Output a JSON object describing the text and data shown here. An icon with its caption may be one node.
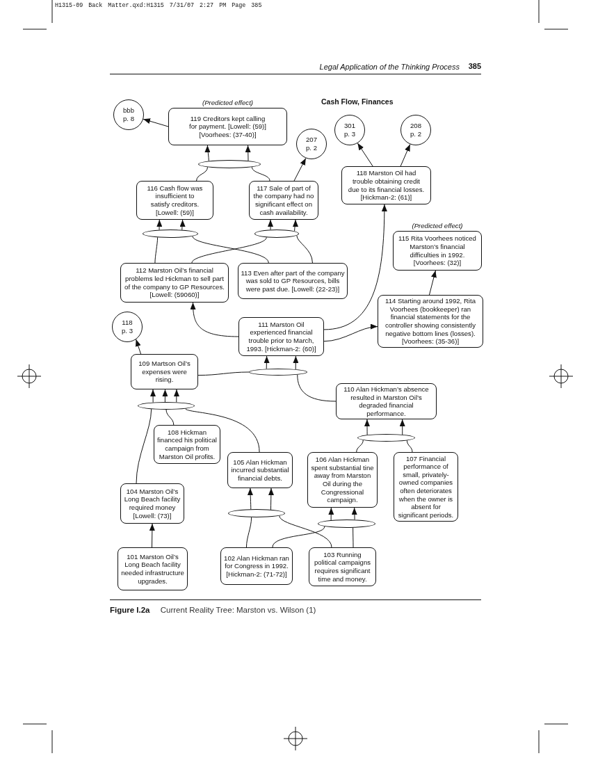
{
  "diagram": {
    "title": "Cash Flow, Finances",
    "caption": "**Figure I.2a** Current Reality Tree: Marston vs. Wilson (1)",
    "nodes": [
      {
        "text": [
          "bbb p. 8"
        ]
      },
      {
        "text": [
          "119 Creditors kept calling for payment. [Lowell: (59)] [Voorhees: (37-40)]"
        ],
        "beside": [
          "(Predicted effect)"
        ]
      },
      {
        "text": [
          "301 p. 3"
        ]
      },
      {
        "text": [
          "208 p. 2"
        ]
      },
      {
        "text": [
          "207 p. 2"
        ]
      },
      {
        "text": [],
        "shape": "ellipse"
      },
      {
        "text": [
          "118 Marston Oil had trouble obtaining credit due to its financial losses. [Hickman-2: (61)]"
        ]
      },
      {
        "text": [
          "116 Cash flow was insufficient to satisfy creditors. [Lowell: (59)]"
        ]
      },
      {
        "text": [
          "117 Sale of part of the company had no significant effect on cash availability."
        ]
      },
      {
        "text": [],
        "shape": "ellipse"
      },
      {
        "text": [],
        "shape": "ellipse"
      },
      {
        "text": [
          "115 Rita Voorhees noticed Marston’s financial difficulties in 1992. [Voorhees: (32)]"
        ],
        "beside": [
          "(Predicted effect)"
        ]
      },
      {
        "text": [
          "112 Marston Oil’s financial problems led Hickman to sell part of the company to GP Resources. [Lowell: (59060)]"
        ]
      },
      {
        "text": [
          "113 Even after part of the company was sold to GP Resources, bills were past due. [Lowell: (22-23)]"
        ]
      },
      {
        "text": [
          "114 Starting around 1992, Rita Voorhees (bookkeeper) ran financial statements for the controller showing consistently negative bottom lines (losses). [Voorhees: (35-36)]"
        ]
      },
      {
        "text": [
          "118 p. 3"
        ]
      },
      {
        "text": [
          "111 Marston Oil experienced financial trouble prior to March, 1993. [Hickman-2: (60)]"
        ]
      },
      {
        "text": [
          "109 Martson Oil’s expenses were rising."
        ]
      },
      {
        "text": [],
        "shape": "ellipse"
      },
      {
        "text": [
          "110 Alan Hickman’s absence resulted in Marston Oil’s degraded financial performance."
        ]
      },
      {
        "text": [],
        "shape": "ellipse"
      },
      {
        "text": [
          "108 Hickman financed his political campaign from Marston Oil profits."
        ]
      },
      {
        "text": [],
        "shape": "ellipse"
      },
      {
        "text": [
          "105 Alan Hickman incurred substantial financial debts."
        ]
      },
      {
        "text": [
          "106 Alan Hickman spent substantial tine away from Marston Oil during the Congressional campaign."
        ]
      },
      {
        "text": [
          "107 Financial performance of small, privately-owned companies often deteriorates when the owner is absent for significant periods."
        ]
      },
      {
        "text": [
          "104 Marston Oil’s Long Beach facility required money [Lowell: (73)]"
        ]
      },
      {
        "text": [],
        "shape": "ellipse"
      },
      {
        "text": [],
        "shape": "ellipse"
      },
      {
        "text": [
          "101 Marston Oil’s Long Beach facility needed infrastructure upgrades."
        ]
      },
      {
        "text": [
          "102 Alan Hickman ran for Congress in 1992. [Hickman-2: (71-72)]"
        ]
      },
      {
        "text": [
          "103 Running political campaigns requires significant time and money."
        ]
      }
    ],
    "edges": [
      {
        "from": 1,
        "to": 0,
        "arrow": "to"
      },
      {
        "from": 5,
        "to": 1,
        "arrow": "to"
      },
      {
        "from": 5,
        "to": 1,
        "arrow": "to"
      },
      {
        "from": 7,
        "to": 5,
        "arrow": "none"
      },
      {
        "from": 8,
        "to": 5,
        "arrow": "none"
      },
      {
        "from": 8,
        "to": 4,
        "arrow": "to"
      },
      {
        "from": 6,
        "to": 2,
        "arrow": "to"
      },
      {
        "from": 6,
        "to": 3,
        "arrow": "to"
      },
      {
        "from": 9,
        "to": 7,
        "arrow": "to"
      },
      {
        "from": 9,
        "to": 7,
        "arrow": "to"
      },
      {
        "from": 10,
        "to": 8,
        "arrow": "to"
      },
      {
        "from": 10,
        "to": 8,
        "arrow": "to"
      },
      {
        "from": 12,
        "to": 9,
        "arrow": "none"
      },
      {
        "from": 13,
        "to": 9,
        "arrow": "none"
      },
      {
        "from": 12,
        "to": 10,
        "arrow": "none"
      },
      {
        "from": 13,
        "to": 10,
        "arrow": "none"
      },
      {
        "from": 16,
        "to": 6,
        "arrow": "to"
      },
      {
        "from": 14,
        "to": 11,
        "arrow": "to"
      },
      {
        "from": 16,
        "to": 12,
        "arrow": "to"
      },
      {
        "from": 16,
        "to": 14,
        "arrow": "to"
      },
      {
        "from": 17,
        "to": 15,
        "arrow": "to"
      },
      {
        "from": 18,
        "to": 16,
        "arrow": "to"
      },
      {
        "from": 18,
        "to": 16,
        "arrow": "to"
      },
      {
        "from": 17,
        "to": 18,
        "arrow": "none"
      },
      {
        "from": 19,
        "to": 18,
        "arrow": "none"
      },
      {
        "from": 20,
        "to": 17,
        "arrow": "to"
      },
      {
        "from": 20,
        "to": 17,
        "arrow": "to"
      },
      {
        "from": 20,
        "to": 17,
        "arrow": "to"
      },
      {
        "from": 26,
        "to": 20,
        "arrow": "none"
      },
      {
        "from": 21,
        "to": 20,
        "arrow": "none"
      },
      {
        "from": 23,
        "to": 20,
        "arrow": "none"
      },
      {
        "from": 22,
        "to": 19,
        "arrow": "to"
      },
      {
        "from": 22,
        "to": 19,
        "arrow": "to"
      },
      {
        "from": 24,
        "to": 22,
        "arrow": "none"
      },
      {
        "from": 25,
        "to": 22,
        "arrow": "none"
      },
      {
        "from": 27,
        "to": 23,
        "arrow": "to"
      },
      {
        "from": 27,
        "to": 23,
        "arrow": "to"
      },
      {
        "from": 30,
        "to": 27,
        "arrow": "none"
      },
      {
        "from": 31,
        "to": 27,
        "arrow": "none"
      },
      {
        "from": 28,
        "to": 24,
        "arrow": "to"
      },
      {
        "from": 28,
        "to": 24,
        "arrow": "to"
      },
      {
        "from": 30,
        "to": 28,
        "arrow": "none"
      },
      {
        "from": 31,
        "to": 28,
        "arrow": "none"
      },
      {
        "from": 29,
        "to": 26,
        "arrow": "to"
      }
    ],
    "labels": [
      "H1315-09 Back Matter.qxd:H1315 7/31/07 2:27 PM Page 385",
      "Legal Application of the Thinking Process",
      "385"
    ]
  }
}
